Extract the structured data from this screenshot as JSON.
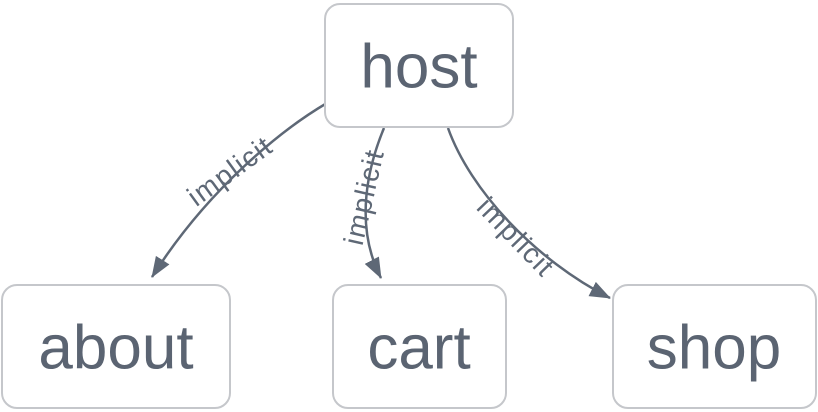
{
  "diagram": {
    "type": "dependency-graph",
    "nodes": [
      {
        "id": "host",
        "label": "host"
      },
      {
        "id": "about",
        "label": "about"
      },
      {
        "id": "cart",
        "label": "cart"
      },
      {
        "id": "shop",
        "label": "shop"
      }
    ],
    "edges": [
      {
        "from": "host",
        "to": "about",
        "label": "implicit"
      },
      {
        "from": "host",
        "to": "cart",
        "label": "implicit"
      },
      {
        "from": "host",
        "to": "shop",
        "label": "implicit"
      }
    ],
    "colors": {
      "background": "#ffffff",
      "node_fill": "#ffffff",
      "node_border": "#c5c7cb",
      "node_text": "#5b6472",
      "edge": "#5e6876",
      "edge_label": "#5e6876"
    }
  }
}
